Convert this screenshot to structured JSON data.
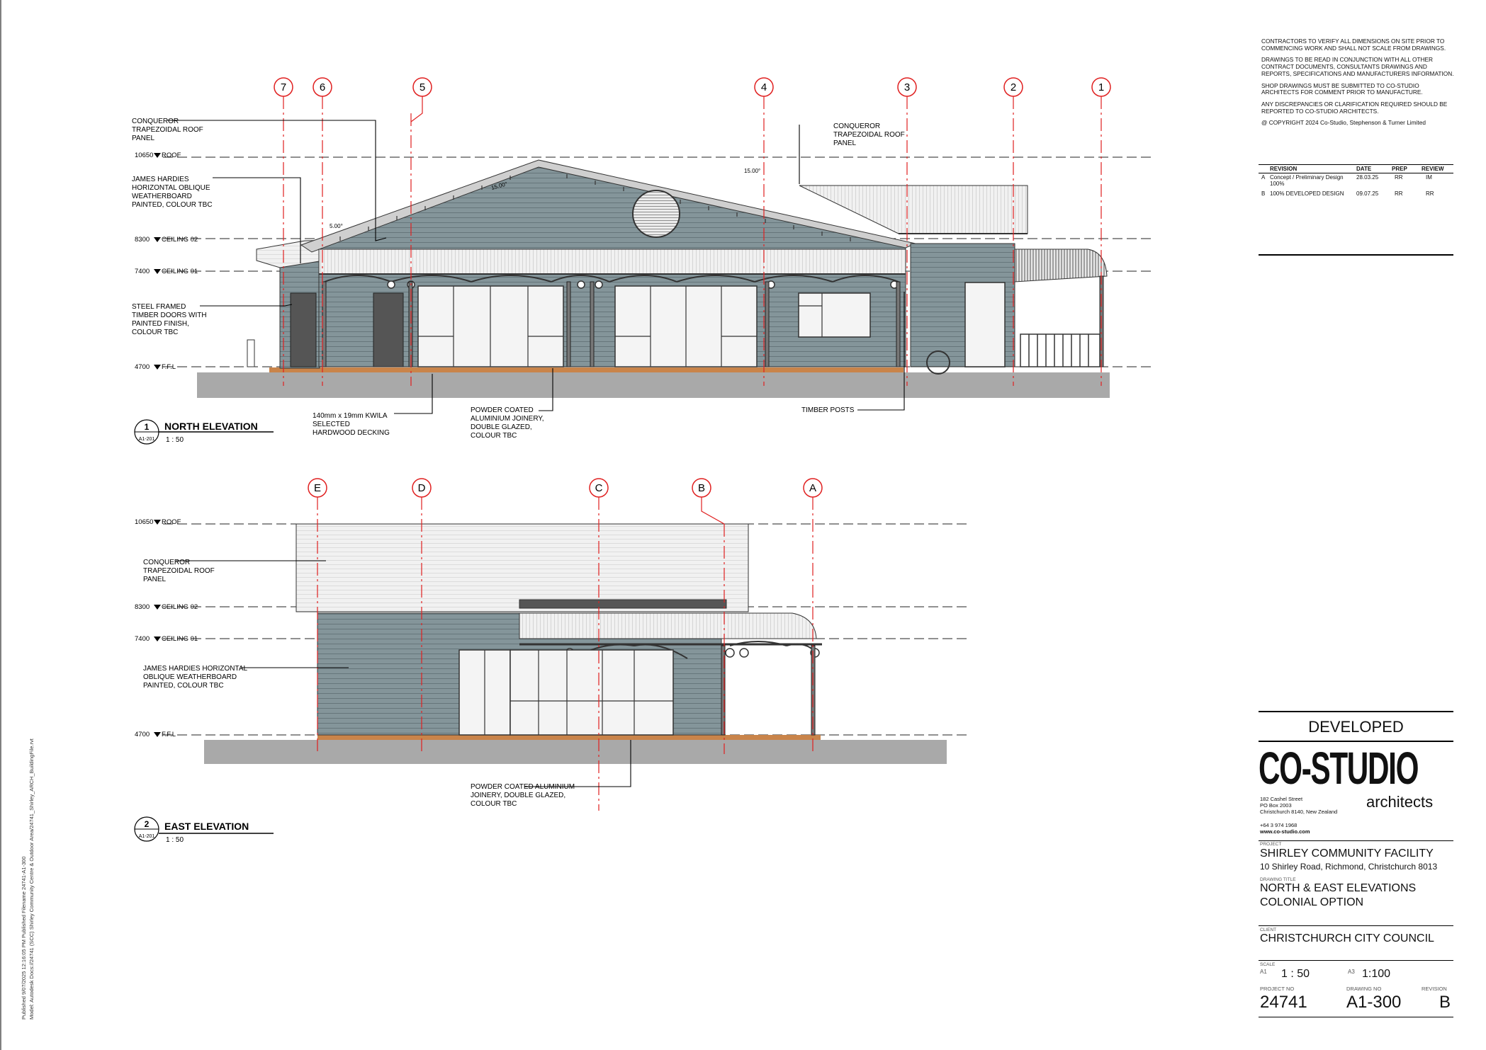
{
  "notes": [
    "CONTRACTORS TO VERIFY ALL DIMENSIONS ON SITE PRIOR TO COMMENCING WORK AND SHALL NOT SCALE FROM DRAWINGS.",
    "DRAWINGS TO BE READ IN CONJUNCTION WITH ALL OTHER CONTRACT DOCUMENTS, CONSULTANTS DRAWINGS AND REPORTS, SPECIFICATIONS AND MANUFACTURERS INFORMATION.",
    "SHOP DRAWINGS MUST BE SUBMITTED TO CO-STUDIO ARCHITECTS FOR COMMENT PRIOR TO MANUFACTURE.",
    "ANY DISCREPANCIES OR CLARIFICATION REQUIRED SHOULD BE REPORTED TO CO-STUDIO ARCHITECTS.",
    "@ COPYRIGHT 2024 Co-Studio, Stephenson & Turner Limited"
  ],
  "revisions": {
    "headers": [
      "REVISION",
      "DATE",
      "PREP",
      "REVIEW"
    ],
    "rows": [
      {
        "rev": "A",
        "desc": "Concept / Preliminary Design 100%",
        "date": "28.03.25",
        "prep": "RR",
        "review": "IM"
      },
      {
        "rev": "B",
        "desc": "100% DEVELOPED DESIGN",
        "date": "09.07.25",
        "prep": "RR",
        "review": "RR"
      }
    ]
  },
  "status": "DEVELOPED",
  "company": {
    "name": "CO-STUDIO",
    "sub": "architects",
    "address": [
      "182 Cashel Street",
      "PO Box 2003",
      "Christchurch 8140, New Zealand"
    ],
    "phone": "+64 3 974 1968",
    "web": "www.co-studio.com"
  },
  "project_label": "PROJECT",
  "project": "SHIRLEY COMMUNITY FACILITY",
  "address": "10 Shirley Road, Richmond, Christchurch 8013",
  "drawing_title_label": "DRAWING TITLE",
  "drawing_title": [
    "NORTH & EAST ELEVATIONS",
    "COLONIAL OPTION"
  ],
  "client_label": "CLIENT",
  "client": "CHRISTCHURCH CITY COUNCIL",
  "scale_label": "SCALE",
  "scale_a1_label": "A1",
  "scale_a1": "1 : 50",
  "scale_a3_label": "A3",
  "scale_a3": "1:100",
  "project_no_label": "PROJECT NO",
  "project_no": "24741",
  "drawing_no_label": "DRAWING NO",
  "drawing_no": "A1-300",
  "revision_label": "REVISION",
  "revision": "B",
  "side_text": [
    "Published 9/07/2025 12:16:05 PM    Published Filename 24741-A1-300",
    "Model: Autodesk Docs://24741 (SCC) Shirley Community Centre & Outdoor Area/24741_Shirley_ARCH_BuildingFile.rvt"
  ],
  "north": {
    "title": "NORTH ELEVATION",
    "number": "1",
    "sheet_ref": "A1-201",
    "scale": "1 : 50",
    "grids": [
      "7",
      "6",
      "5",
      "4",
      "3",
      "2",
      "1"
    ],
    "levels": [
      {
        "value": "10650",
        "name": "ROOF"
      },
      {
        "value": "8300",
        "name": "CEILING 02"
      },
      {
        "value": "7400",
        "name": "CEILING 01"
      },
      {
        "value": "4700",
        "name": "F.F.L"
      }
    ],
    "pitches": [
      "15.00°",
      "5.00°",
      "15.00°"
    ],
    "notes": [
      [
        "CONQUEROR",
        "TRAPEZOIDAL ROOF",
        "PANEL"
      ],
      [
        "JAMES HARDIES",
        "HORIZONTAL OBLIQUE",
        "WEATHERBOARD",
        "PAINTED, COLOUR TBC"
      ],
      [
        "STEEL FRAMED",
        "TIMBER DOORS WITH",
        "PAINTED FINISH,",
        "COLOUR TBC"
      ],
      [
        "140mm x 19mm KWILA",
        "SELECTED",
        "HARDWOOD DECKING"
      ],
      [
        "POWDER COATED",
        "ALUMINIUM JOINERY,",
        "DOUBLE GLAZED,",
        "COLOUR TBC"
      ],
      [
        "CONQUEROR",
        "TRAPEZOIDAL ROOF",
        "PANEL"
      ],
      [
        "TIMBER POSTS"
      ]
    ]
  },
  "east": {
    "title": "EAST ELEVATION",
    "number": "2",
    "sheet_ref": "A1-201",
    "scale": "1 : 50",
    "grids": [
      "E",
      "D",
      "C",
      "B",
      "A"
    ],
    "levels": [
      {
        "value": "10650",
        "name": "ROOF"
      },
      {
        "value": "8300",
        "name": "CEILING 02"
      },
      {
        "value": "7400",
        "name": "CEILING 01"
      },
      {
        "value": "4700",
        "name": "F.F.L"
      }
    ],
    "notes": [
      [
        "CONQUEROR",
        "TRAPEZOIDAL ROOF",
        "PANEL"
      ],
      [
        "JAMES HARDIES HORIZONTAL",
        "OBLIQUE WEATHERBOARD",
        "PAINTED, COLOUR TBC"
      ],
      [
        "POWDER COATED ALUMINIUM",
        "JOINERY,  DOUBLE GLAZED,",
        "COLOUR TBC"
      ]
    ]
  },
  "colors": {
    "cladding": "#84959a",
    "cladding_line": "#5e6e73",
    "roof": "#eeeeee",
    "deck": "#c9844a",
    "ground": "#a9a9a9",
    "grid": "#e02020"
  }
}
